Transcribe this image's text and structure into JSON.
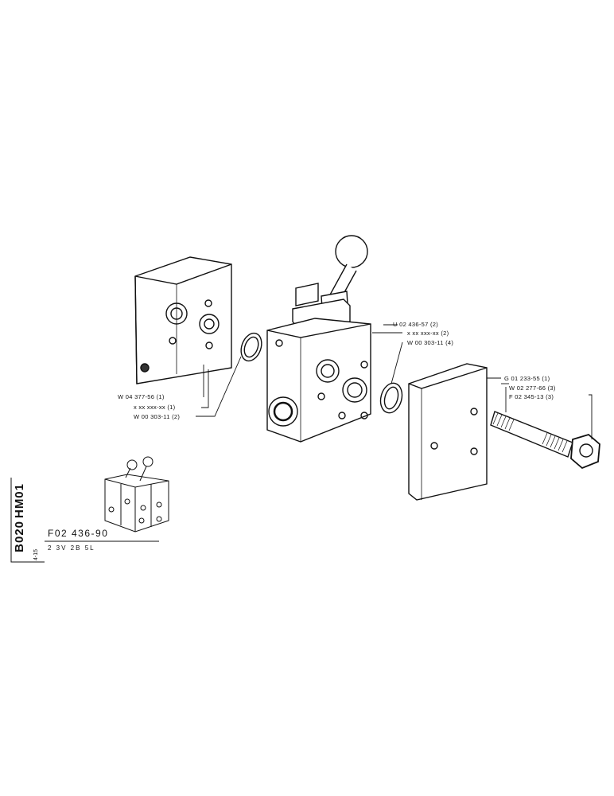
{
  "sheet": {
    "code_top": "HM01",
    "code_bottom": "B020",
    "sub_code": "4-15",
    "part_number": "F02 436-90",
    "description": "2   3V   2B   5L"
  },
  "callouts": {
    "left_plate": "W 04 377-56 (1)",
    "seal_code": "x xx xxx-xx (1)",
    "left_oring": "W 00 303-11 (2)",
    "valve_body": "U 02 436-57 (2)",
    "valve_seal": "x xx xxx-xx (2)",
    "right_oring": "W 00 303-11 (4)",
    "right_plate": "G 01 233-55 (1)",
    "stud": "W 02 277-66 (3)",
    "nut": "F 02 345-13 (3)"
  }
}
